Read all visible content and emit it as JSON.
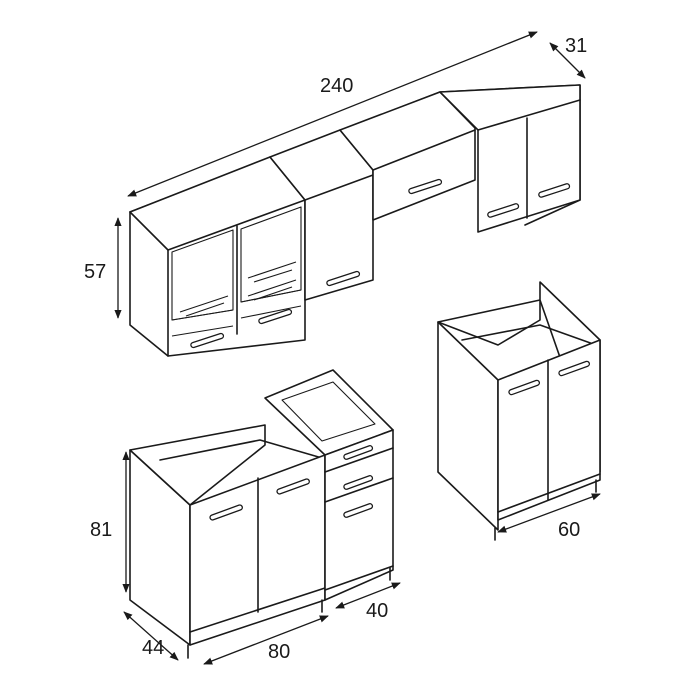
{
  "dimensions": {
    "upper_width": "240",
    "upper_depth": "31",
    "upper_height": "57",
    "base_height": "81",
    "base_depth": "44",
    "sink_width": "80",
    "drawer_width": "40",
    "tall_width": "60"
  }
}
